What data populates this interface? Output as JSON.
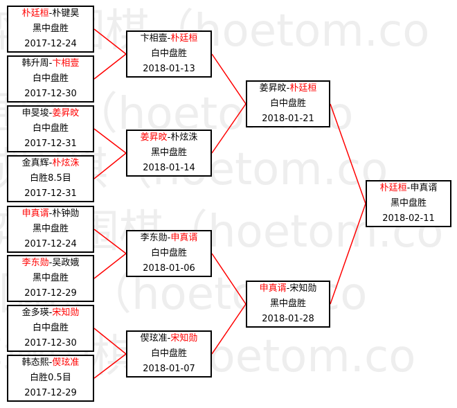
{
  "colors": {
    "winner": "#ff0000",
    "connector": "#ff0000",
    "border": "#000000"
  },
  "watermark": "弈城围棋（hoetom.com）",
  "matches": {
    "r1_1": {
      "left": "朴廷桓",
      "sep": "-",
      "right": "朴键昊",
      "winner": "left",
      "result": "黑中盘胜",
      "date": "2017-12-24"
    },
    "r1_2": {
      "left": "韩升周",
      "sep": "-",
      "right": "卞相壹",
      "winner": "right",
      "result": "白中盘胜",
      "date": "2017-12-30"
    },
    "r1_3": {
      "left": "申旻埈",
      "sep": "-",
      "right": "姜昇旼",
      "winner": "right",
      "result": "白中盘胜",
      "date": "2017-12-31"
    },
    "r1_4": {
      "left": "金真辉",
      "sep": "-",
      "right": "朴炫洙",
      "winner": "right",
      "result": "白胜8.5目",
      "date": "2017-12-31"
    },
    "r1_5": {
      "left": "申真谞",
      "sep": "-",
      "right": "朴钟勋",
      "winner": "left",
      "result": "黑中盘胜",
      "date": "2017-12-24"
    },
    "r1_6": {
      "left": "李东勋",
      "sep": "-",
      "right": "吴政娥",
      "winner": "left",
      "result": "黑中盘胜",
      "date": "2017-12-29"
    },
    "r1_7": {
      "left": "金多瑛",
      "sep": "-",
      "right": "宋知勋",
      "winner": "right",
      "result": "白中盘胜",
      "date": "2017-12-30"
    },
    "r1_8": {
      "left": "韩态熙",
      "sep": "-",
      "right": "偰玹准",
      "winner": "right",
      "result": "白胜0.5目",
      "date": "2017-12-29"
    },
    "r2_1": {
      "left": "卞相壹",
      "sep": "-",
      "right": "朴廷桓",
      "winner": "right",
      "result": "白中盘胜",
      "date": "2018-01-13"
    },
    "r2_2": {
      "left": "姜昇旼",
      "sep": "-",
      "right": "朴炫洙",
      "winner": "left",
      "result": "黑中盘胜",
      "date": "2018-01-14"
    },
    "r2_3": {
      "left": "李东勋",
      "sep": "-",
      "right": "申真谞",
      "winner": "right",
      "result": "白中盘胜",
      "date": "2018-01-06"
    },
    "r2_4": {
      "left": "偰玹准",
      "sep": "-",
      "right": "宋知勋",
      "winner": "right",
      "result": "白中盘胜",
      "date": "2018-01-07"
    },
    "r3_1": {
      "left": "姜昇旼",
      "sep": "-",
      "right": "朴廷桓",
      "winner": "right",
      "result": "白中盘胜",
      "date": "2018-01-21"
    },
    "r3_2": {
      "left": "申真谞",
      "sep": "-",
      "right": "宋知勋",
      "winner": "left",
      "result": "黑中盘胜",
      "date": "2018-01-28"
    },
    "final": {
      "left": "朴廷桓",
      "sep": "-",
      "right": "申真谞",
      "winner": "left",
      "result": "黑中盘胜",
      "date": "2018-02-11"
    }
  }
}
